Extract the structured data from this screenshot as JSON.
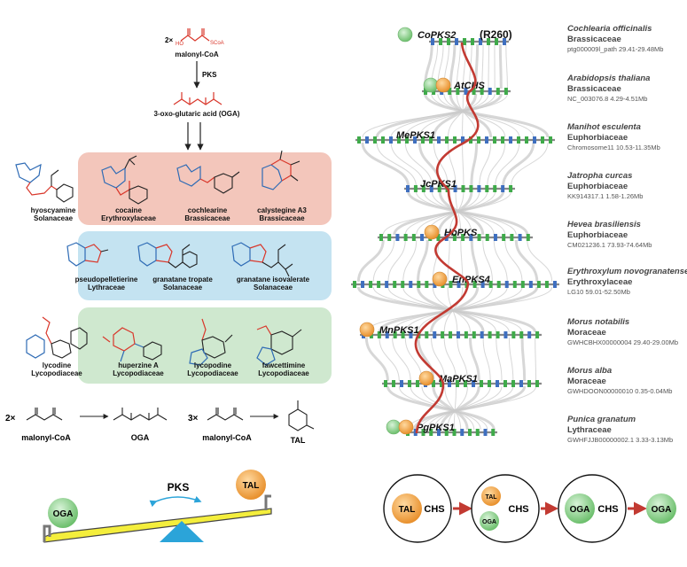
{
  "pathway": {
    "coeff": "2×",
    "malonyl": "malonyl-CoA",
    "enzyme": "PKS",
    "product": "3-oxo-glutaric acid (OGA)",
    "ho": "HO",
    "sc": "SCoA"
  },
  "groups": [
    {
      "color": "#f3c6bb",
      "compounds": [
        {
          "name": "hyoscyamine",
          "family": "Solanaceae"
        },
        {
          "name": "cocaine",
          "family": "Erythroxylaceae"
        },
        {
          "name": "cochlearine",
          "family": "Brassicaceae"
        },
        {
          "name": "calystegine A3",
          "family": "Brassicaceae"
        }
      ]
    },
    {
      "color": "#c4e3f1",
      "compounds": [
        {
          "name": "pseudopelletierine",
          "family": "Lythraceae"
        },
        {
          "name": "granatane tropate",
          "family": "Solanaceae"
        },
        {
          "name": "granatane isovalerate",
          "family": "Solanaceae"
        }
      ]
    },
    {
      "color": "#cfe8cf",
      "compounds": [
        {
          "name": "lycodine",
          "family": "Lycopodiaceae"
        },
        {
          "name": "huperzine A",
          "family": "Lycopodiaceae"
        },
        {
          "name": "lycopodine",
          "family": "Lycopodiaceae"
        },
        {
          "name": "fawcettimine",
          "family": "Lycopodiaceae"
        }
      ]
    }
  ],
  "reactions": {
    "r1_coeff": "2×",
    "r1_left": "malonyl-CoA",
    "r1_right": "OGA",
    "r2_coeff": "3×",
    "r2_left": "malonyl-CoA",
    "r2_right": "TAL"
  },
  "seesaw": {
    "left": "OGA",
    "right": "TAL",
    "label": "PKS"
  },
  "synteny": [
    {
      "gene": "CoPKS2",
      "suffix": "(R260)",
      "species": "Cochlearia officinalis",
      "family": "Brassicaceae",
      "coord": "ptg000009l_path 29.41-29.48Mb",
      "badges": [
        "green"
      ]
    },
    {
      "gene": "AtCHS",
      "species": "Arabidopsis thaliana",
      "family": "Brassicaceae",
      "coord": "NC_003076.8 4.29-4.51Mb",
      "badges": [
        "green",
        "orange"
      ]
    },
    {
      "gene": "MePKS1",
      "species": "Manihot esculenta",
      "family": "Euphorbiaceae",
      "coord": "Chromosome11 10.53-11.35Mb",
      "badges": []
    },
    {
      "gene": "JcPKS1",
      "species": "Jatropha curcas",
      "family": "Euphorbiaceae",
      "coord": "KK914317.1 1.58-1.26Mb",
      "badges": []
    },
    {
      "gene": "HbPKS",
      "species": "Hevea brasiliensis",
      "family": "Euphorbiaceae",
      "coord": "CM021236.1 73.93-74.64Mb",
      "badges": [
        "orange"
      ]
    },
    {
      "gene": "EnPKS4",
      "species": "Erythroxylum novogranatense",
      "family": "Erythroxylaceae",
      "coord": "LG10 59.01-52.50Mb",
      "badges": [
        "orange"
      ]
    },
    {
      "gene": "MnPKS1",
      "species": "Morus notabilis",
      "family": "Moraceae",
      "coord": "GWHCBHX00000004 29.40-29.00Mb",
      "badges": [
        "orange"
      ]
    },
    {
      "gene": "MaPKS1",
      "species": "Morus alba",
      "family": "Moraceae",
      "coord": "GWHDOON00000010 0.35-0.04Mb",
      "badges": [
        "orange"
      ]
    },
    {
      "gene": "PgPKS1",
      "species": "Punica granatum",
      "family": "Lythraceae",
      "coord": "GWHFJJB00000002.1 3.33-3.13Mb",
      "badges": [
        "green",
        "orange"
      ]
    }
  ],
  "evolution": {
    "s1_circle": "TAL",
    "s1_label": "CHS",
    "s2_a": "TAL",
    "s2_b": "OGA",
    "s2_label": "CHS",
    "s3_circle": "OGA",
    "s3_label": "CHS",
    "s4_circle": "OGA"
  },
  "colors": {
    "orange": "#f0a343",
    "green": "#8fcf8f",
    "red": "#c23a32",
    "teal": "#2ba4d9",
    "yellow": "#f4ee3c"
  }
}
